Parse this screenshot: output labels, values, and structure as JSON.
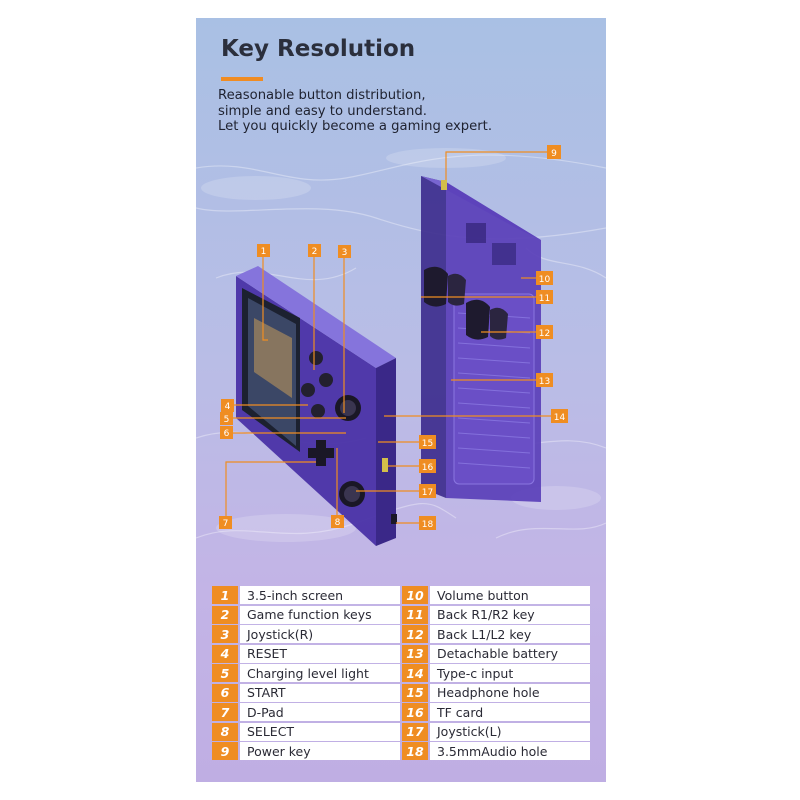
{
  "header": {
    "title": "Key Resolution",
    "subtitle_lines": [
      "Reasonable button distribution,",
      "simple and easy to understand.",
      "Let you quickly become a gaming expert."
    ]
  },
  "colors": {
    "accent": "#ef8d22",
    "device": "#5a3fb8",
    "background": "#b9bde6"
  },
  "callout_numbers": [
    "1",
    "2",
    "3",
    "4",
    "5",
    "6",
    "7",
    "8",
    "9",
    "10",
    "11",
    "12",
    "13",
    "14",
    "15",
    "16",
    "17",
    "18"
  ],
  "legend": {
    "left": [
      {
        "num": "1",
        "label": "3.5-inch screen"
      },
      {
        "num": "2",
        "label": "Game function keys"
      },
      {
        "num": "3",
        "label": "Joystick(R)"
      },
      {
        "num": "4",
        "label": "RESET"
      },
      {
        "num": "5",
        "label": "Charging level light"
      },
      {
        "num": "6",
        "label": "START"
      },
      {
        "num": "7",
        "label": "D-Pad"
      },
      {
        "num": "8",
        "label": "SELECT"
      },
      {
        "num": "9",
        "label": "Power key"
      }
    ],
    "right": [
      {
        "num": "10",
        "label": "Volume button"
      },
      {
        "num": "11",
        "label": "Back R1/R2 key"
      },
      {
        "num": "12",
        "label": "Back L1/L2 key"
      },
      {
        "num": "13",
        "label": "Detachable battery"
      },
      {
        "num": "14",
        "label": "Type-c input"
      },
      {
        "num": "15",
        "label": "Headphone hole"
      },
      {
        "num": "16",
        "label": "TF card"
      },
      {
        "num": "17",
        "label": "Joystick(L)"
      },
      {
        "num": "18",
        "label": "3.5mmAudio hole"
      }
    ]
  }
}
